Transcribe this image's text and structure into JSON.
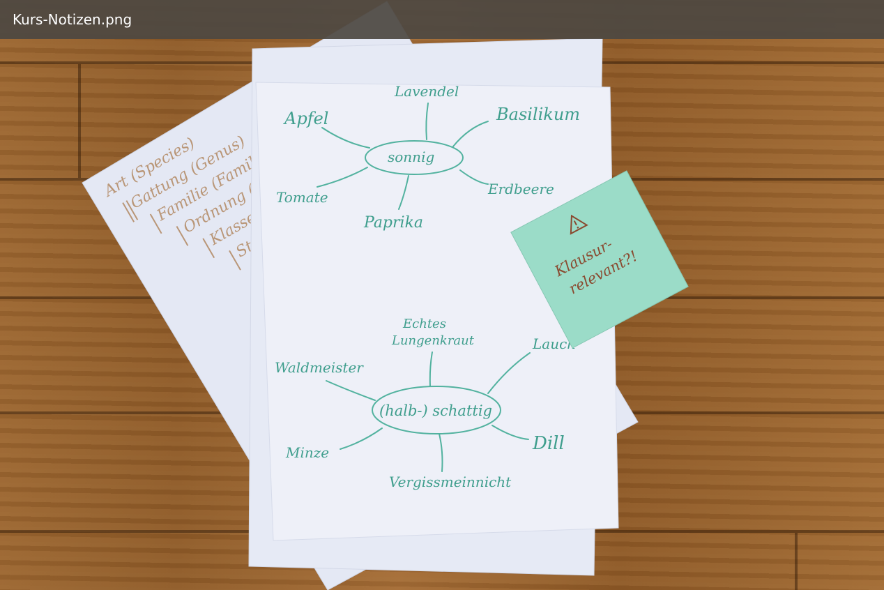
{
  "window": {
    "title": "Kurs-Notizen.png"
  },
  "taxonomy_sheet": {
    "lines": [
      "Art (Species)",
      "Gattung (Genus)",
      "Familie (Famili",
      "Ordnung (O",
      "Klasse (",
      "Stam"
    ]
  },
  "mindmap_sonnig": {
    "center": "sonnig",
    "branches": [
      "Lavendel",
      "Apfel",
      "Basilikum",
      "Tomate",
      "Erdbeere",
      "Paprika"
    ]
  },
  "mindmap_schattig": {
    "center": "(halb-) schattig",
    "branches": [
      "Echtes",
      "Lungenkraut",
      "Waldmeister",
      "Lauch",
      "Minze",
      "Dill",
      "Vergissmeinnicht"
    ]
  },
  "sticky_note": {
    "line1": "Klausur-",
    "line2": "relevant?!",
    "icon": "warning-triangle-icon",
    "color": "#9bdcc8"
  },
  "colors": {
    "ink_green": "#3f9e8d",
    "ink_brown": "#b99677",
    "paper": "#e9ecf6"
  }
}
